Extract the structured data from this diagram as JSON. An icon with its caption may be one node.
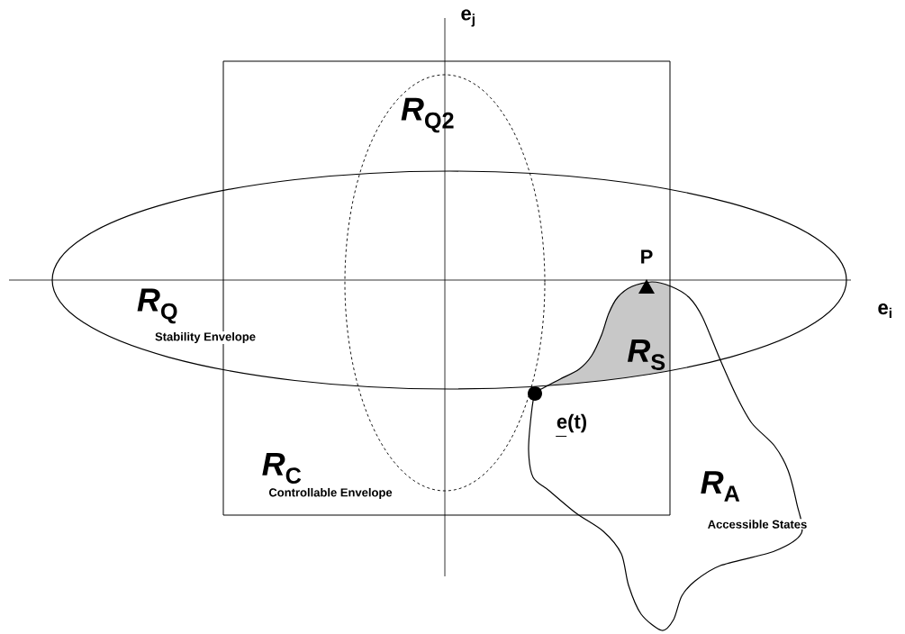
{
  "diagram": {
    "nodes": [
      {
        "text": [
          "*R*$_{C}$",
          "Controllable Envelope"
        ]
      },
      {
        "text": [
          "*R*$_{Q2}$"
        ],
        "in": 0
      },
      {
        "text": [
          "*R*$_{Q}$",
          "Stability Envelope"
        ]
      },
      {
        "text": [
          "*R*$_{A}$",
          "Accessible States"
        ]
      },
      {
        "text": [
          "*R*$_{S}$"
        ]
      }
    ],
    "labels": [
      "e$_{j}$",
      "e$_{i}$",
      "P",
      "e(t)"
    ]
  }
}
